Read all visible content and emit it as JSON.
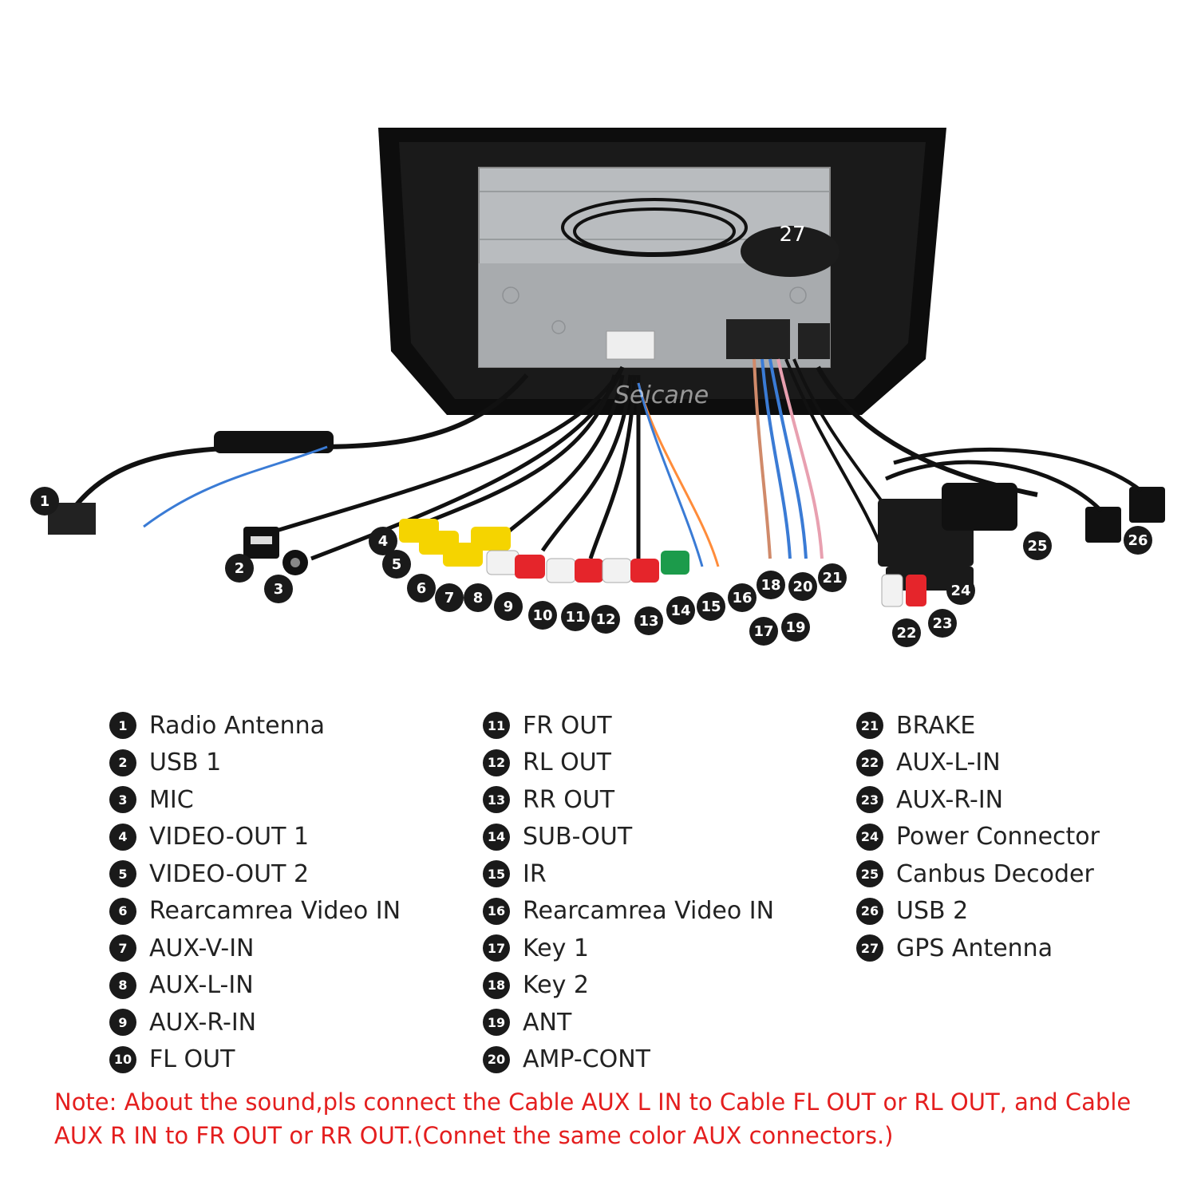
{
  "watermark": "Seicane",
  "callouts": [
    "1",
    "2",
    "3",
    "4",
    "5",
    "6",
    "7",
    "8",
    "9",
    "10",
    "11",
    "12",
    "13",
    "14",
    "15",
    "16",
    "17",
    "18",
    "19",
    "20",
    "21",
    "22",
    "23",
    "24",
    "25",
    "26",
    "27"
  ],
  "legend": {
    "col1": [
      {
        "num": "1",
        "label": "Radio Antenna"
      },
      {
        "num": "2",
        "label": "USB 1"
      },
      {
        "num": "3",
        "label": "MIC"
      },
      {
        "num": "4",
        "label": "VIDEO-OUT 1"
      },
      {
        "num": "5",
        "label": "VIDEO-OUT 2"
      },
      {
        "num": "6",
        "label": "Rearcamrea Video IN"
      },
      {
        "num": "7",
        "label": "AUX-V-IN"
      },
      {
        "num": "8",
        "label": "AUX-L-IN"
      },
      {
        "num": "9",
        "label": "AUX-R-IN"
      },
      {
        "num": "10",
        "label": "FL OUT"
      }
    ],
    "col2": [
      {
        "num": "11",
        "label": "FR OUT"
      },
      {
        "num": "12",
        "label": "RL OUT"
      },
      {
        "num": "13",
        "label": "RR OUT"
      },
      {
        "num": "14",
        "label": "SUB-OUT"
      },
      {
        "num": "15",
        "label": "IR"
      },
      {
        "num": "16",
        "label": "Rearcamrea Video IN"
      },
      {
        "num": "17",
        "label": "Key 1"
      },
      {
        "num": "18",
        "label": "Key 2"
      },
      {
        "num": "19",
        "label": "ANT"
      },
      {
        "num": "20",
        "label": "AMP-CONT"
      }
    ],
    "col3": [
      {
        "num": "21",
        "label": "BRAKE"
      },
      {
        "num": "22",
        "label": "AUX-L-IN"
      },
      {
        "num": "23",
        "label": "AUX-R-IN"
      },
      {
        "num": "24",
        "label": "Power Connector"
      },
      {
        "num": "25",
        "label": "Canbus Decoder"
      },
      {
        "num": "26",
        "label": "USB 2"
      },
      {
        "num": "27",
        "label": "GPS Antenna"
      }
    ]
  },
  "note": {
    "line1": "Note: About the sound,pls connect the Cable AUX L IN to Cable FL OUT or RL OUT, and Cable",
    "line2": "AUX R IN to FR OUT or RR OUT.(Connet the same color AUX connectors.)"
  },
  "colors": {
    "note": "#e41e1e",
    "badge": "#1a1a1a",
    "frame": "#111111"
  }
}
